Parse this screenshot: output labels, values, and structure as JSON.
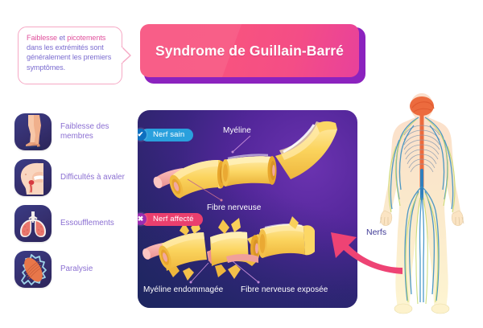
{
  "callout": {
    "segments": [
      {
        "text": "Faiblesse",
        "emphasis": true
      },
      {
        "text": " et ",
        "emphasis": false
      },
      {
        "text": "picotements",
        "emphasis": true
      },
      {
        "text": " dans les extrémités sont généralement les premiers symptômes.",
        "emphasis": false
      }
    ],
    "full_text": "Faiblesse et picotements dans les extrémités sont généralement les premiers symptômes."
  },
  "title": {
    "text": "Syndrome de Guillain-Barré"
  },
  "symptoms": [
    {
      "label": "Faiblesse des membres",
      "icon": "legs-icon"
    },
    {
      "label": "Difficultés à avaler",
      "icon": "head-throat-icon"
    },
    {
      "label": "Essoufflements",
      "icon": "lungs-icon"
    },
    {
      "label": "Paralysie",
      "icon": "muscle-icon"
    }
  ],
  "panel": {
    "badges": [
      {
        "id": "healthy",
        "label": "Nerf sain",
        "glyph": "✔",
        "glyph_name": "check-icon",
        "color": "#2aa0dd"
      },
      {
        "id": "affected",
        "label": "Nerf affecté",
        "glyph": "✖",
        "glyph_name": "cross-icon",
        "color": "#ea3f6e"
      }
    ],
    "labels": {
      "myeline": "Myéline",
      "fibre_nerveuse": "Fibre nerveuse",
      "myeline_endommagee": "Myéline endommagée",
      "fibre_nerveuse_exposee": "Fibre nerveuse exposée"
    }
  },
  "body": {
    "nerfs_label": "Nerfs"
  },
  "colors": {
    "accent_pink": "#ea3f6e",
    "accent_purple": "#8b22be",
    "title_pink": "#f8527f",
    "badge_blue": "#2aa0dd",
    "label_purple": "#8b6fd2",
    "callout_body": "#7b6cd0",
    "callout_highlight": "#e0509c",
    "nerfs_text": "#3f3a96",
    "panel_dark": "#25255f",
    "myelin_yellow": "#f9d154",
    "fiber_pink": "#f29b9b"
  }
}
